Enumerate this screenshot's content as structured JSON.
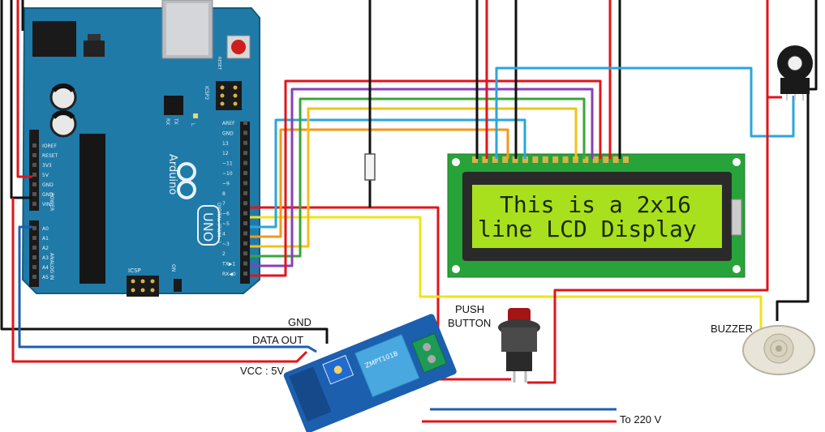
{
  "labels": {
    "gnd": "GND",
    "data_out": "DATA OUT",
    "vcc": "VCC : 5V",
    "push": "PUSH",
    "button": "BUTTON",
    "buzzer": "BUZZER",
    "mains": "To 220 V"
  },
  "lcd": {
    "line1": "This is a 2x16",
    "line2": "line LCD Display"
  },
  "arduino": {
    "brand": "Arduino",
    "model": "UNO",
    "reset": "RESET",
    "icsp": "ICSP",
    "icsp2": "ICSP2",
    "tx": "TX",
    "rx": "RX",
    "on": "ON",
    "l": "L",
    "aref": "AREF",
    "digital": "DIGITAL (PWM~)",
    "power": "POWER",
    "analog": "ANALOG IN",
    "power_pins": [
      "IOREF",
      "RESET",
      "3V3",
      "5V",
      "GND",
      "GND",
      "VIN"
    ],
    "analog_pins": [
      "A0",
      "A1",
      "A2",
      "A3",
      "A4",
      "A5"
    ],
    "digital_pins": [
      "AREF",
      "GND",
      "13",
      "12",
      "~11",
      "~10",
      "~9",
      "8",
      "7",
      "~6",
      "~5",
      "4",
      "~3",
      "2",
      "TX▶1",
      "RX◀0"
    ]
  },
  "sensor_module": {
    "chip": "ZMPT101B"
  },
  "colors": {
    "wire_red": "#e0151b",
    "wire_black": "#111111",
    "wire_blue": "#2aa6dc",
    "wire_darkblue": "#1f5fb0",
    "wire_yellow": "#f2e21a",
    "wire_orange": "#f09a1a",
    "wire_green": "#3aa53a",
    "wire_purple": "#8a3fb5",
    "board": "#1f7aa8",
    "lcd_screen": "#a8e01e"
  }
}
